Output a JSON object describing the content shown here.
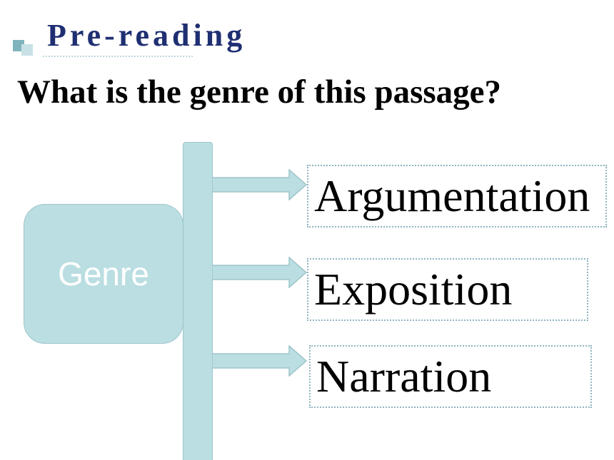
{
  "header": {
    "title": "Pre-reading",
    "question": "What is the genre of this passage?"
  },
  "diagram": {
    "root_label": "Genre",
    "branches": [
      {
        "label": "Argumentation"
      },
      {
        "label": "Exposition"
      },
      {
        "label": "Narration"
      }
    ]
  },
  "colors": {
    "title": "#1f2f72",
    "shape_fill": "#badee1",
    "shape_border": "#9ec6ca",
    "dotted_border": "#8fb3c0"
  }
}
